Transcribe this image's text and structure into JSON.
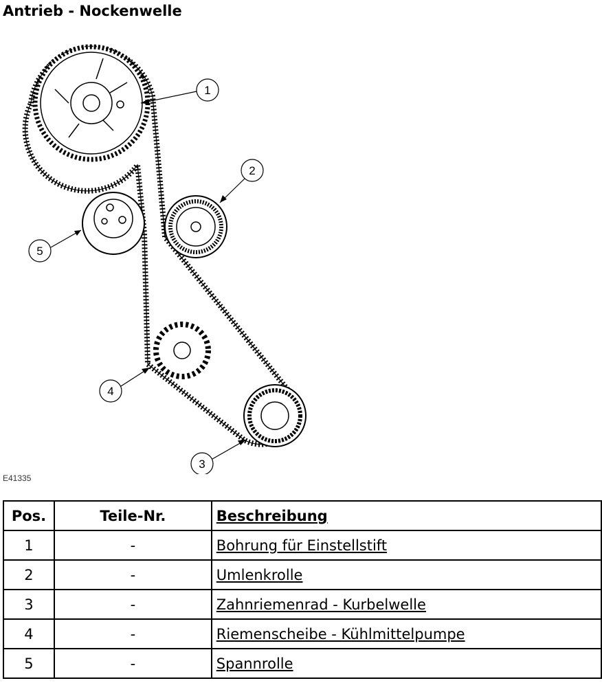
{
  "title": "Antrieb - Nockenwelle",
  "figure_id": "E41335",
  "callouts": [
    "1",
    "2",
    "3",
    "4",
    "5"
  ],
  "table": {
    "headers": {
      "pos": "Pos.",
      "part_no": "Teile-Nr.",
      "description": "Beschreibung"
    },
    "rows": [
      {
        "pos": "1",
        "part_no": "-",
        "description": "Bohrung für Einstellstift"
      },
      {
        "pos": "2",
        "part_no": "-",
        "description": "Umlenkrolle"
      },
      {
        "pos": "3",
        "part_no": "-",
        "description": "Zahnriemenrad - Kurbelwelle"
      },
      {
        "pos": "4",
        "part_no": "-",
        "description": "Riemenscheibe - Kühlmittelpumpe"
      },
      {
        "pos": "5",
        "part_no": "-",
        "description": "Spannrolle"
      }
    ]
  }
}
